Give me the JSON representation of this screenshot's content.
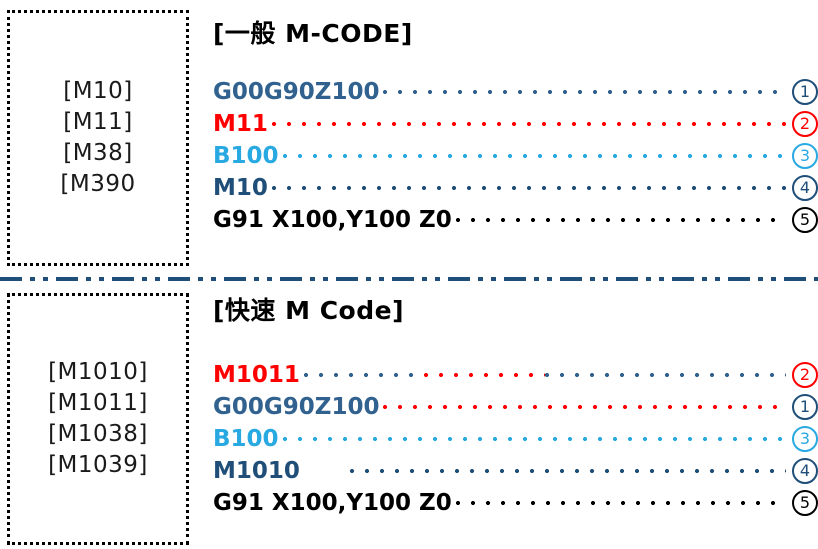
{
  "colors": {
    "navy": "#1f4e79",
    "steel_blue": "#31618e",
    "red": "#fe0000",
    "cyan": "#29a9e1",
    "black": "#000000",
    "divider": "#1f4e79",
    "box_border": "#000000"
  },
  "top_section": {
    "title": "[一般 M-CODE]",
    "mcode_box": {
      "lines": [
        "[M10]",
        "[M11]",
        "[M38]",
        "[M390"
      ]
    },
    "rows": [
      {
        "label": "G00G90Z100",
        "label_color": "#31618e",
        "marker": "①",
        "marker_color": "#1f4e79",
        "leader_segments": [
          {
            "color": "#31618e",
            "weight": 1
          }
        ]
      },
      {
        "label": "M11",
        "label_color": "#fe0000",
        "marker": "②",
        "marker_color": "#fe0000",
        "leader_segments": [
          {
            "color": "#fe0000",
            "weight": 1
          }
        ]
      },
      {
        "label": "B100",
        "label_color": "#29a9e1",
        "marker": "③",
        "marker_color": "#29a9e1",
        "leader_segments": [
          {
            "color": "#29a9e1",
            "weight": 1
          }
        ]
      },
      {
        "label": "M10",
        "label_color": "#1f4e79",
        "marker": "④",
        "marker_color": "#1f4e79",
        "leader_segments": [
          {
            "color": "#1f4e79",
            "weight": 1
          }
        ]
      },
      {
        "label": "G91 X100,Y100 Z0",
        "label_color": "#000000",
        "marker": "⑤",
        "marker_color": "#000000",
        "leader_segments": [
          {
            "color": "#000000",
            "weight": 1
          }
        ]
      }
    ]
  },
  "bottom_section": {
    "title": "[快速 M Code]",
    "mcode_box": {
      "lines": [
        "[M1010]",
        "[M1011]",
        "[M1038]",
        "[M1039]"
      ]
    },
    "rows": [
      {
        "label": "M1011",
        "label_color": "#fe0000",
        "marker": "②",
        "marker_color": "#fe0000",
        "leader_segments": [
          {
            "color": "#31618e",
            "weight": 1
          },
          {
            "color": "#fe0000",
            "weight": 1
          },
          {
            "color": "#31618e",
            "weight": 2
          }
        ]
      },
      {
        "label": "G00G90Z100",
        "label_color": "#31618e",
        "marker": "①",
        "marker_color": "#1f4e79",
        "leader_segments": [
          {
            "color": "#fe0000",
            "weight": 1
          }
        ]
      },
      {
        "label": "B100",
        "label_color": "#29a9e1",
        "marker": "③",
        "marker_color": "#29a9e1",
        "leader_segments": [
          {
            "color": "#29a9e1",
            "weight": 1
          }
        ]
      },
      {
        "label": "M1010",
        "label_color": "#1f4e79",
        "marker": "④",
        "marker_color": "#1f4e79",
        "leader_segments": [
          {
            "color": "#1f4e79",
            "weight": 1
          }
        ],
        "leader_indent": 46
      },
      {
        "label": "G91 X100,Y100 Z0",
        "label_color": "#000000",
        "marker": "⑤",
        "marker_color": "#000000",
        "leader_segments": [
          {
            "color": "#000000",
            "weight": 1
          }
        ]
      }
    ]
  }
}
